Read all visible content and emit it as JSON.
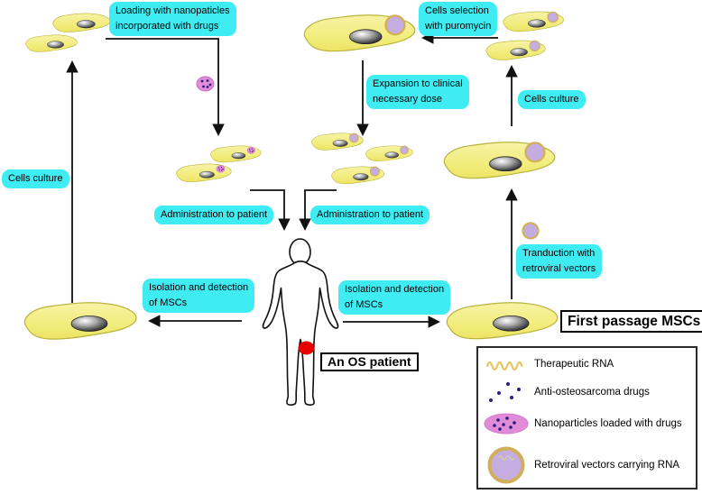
{
  "figure": {
    "description": "MSC-based osteosarcoma therapy workflow diagram"
  },
  "labels": {
    "loading": {
      "line1": "Loading with nanopaticles",
      "line2": "incorporated with drugs"
    },
    "cells_selection": {
      "line1": "Cells selection",
      "line2": "with puromycin"
    },
    "expansion": {
      "line1": "Expansion to clinical",
      "line2": "necessary dose"
    },
    "cells_culture_right": {
      "line1": "Cells culture"
    },
    "cells_culture_left": {
      "line1": "Cells culture"
    },
    "administration_left": {
      "line1": "Administration to patient"
    },
    "administration_right": {
      "line1": "Administration to patient"
    },
    "isolation_left": {
      "line1": "Isolation and detection",
      "line2": "of MSCs"
    },
    "isolation_right": {
      "line1": "Isolation and detection",
      "line2": "of MSCs"
    },
    "tranduction": {
      "line1": "Tranduction with",
      "line2": "retroviral vectors"
    }
  },
  "callouts": {
    "os_patient": "An OS patient",
    "first_passage": "First passage MSCs"
  },
  "legend": {
    "items": [
      {
        "icon": "therapeutic-rna-icon",
        "label": "Therapeutic RNA"
      },
      {
        "icon": "anti-osteosarcoma-drugs-icon",
        "label": "Anti-osteosarcoma drugs"
      },
      {
        "icon": "nanoparticles-icon",
        "label": "Nanoparticles loaded with drugs"
      },
      {
        "icon": "retroviral-vectors-icon",
        "label": "Retroviral vectors carrying RNA"
      }
    ]
  },
  "colors": {
    "label_bg": "#3FECF2",
    "cell_fill": "#F2ED7D",
    "cell_stroke": "#B9B23B",
    "nucleus_dark": "#111111",
    "nanoparticle_fill": "#E18CD9",
    "vector_fill": "#C5ADE2",
    "vector_ring": "#D2AF5B",
    "drug_dot": "#2B1E7A",
    "tumor_red": "#E60000",
    "arrow": "#111111"
  }
}
